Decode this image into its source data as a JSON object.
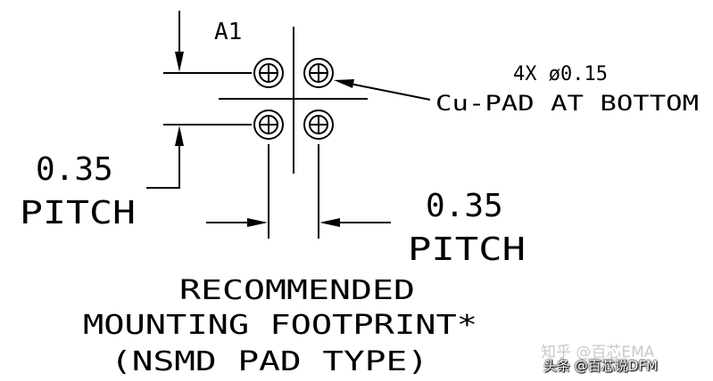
{
  "diagram": {
    "pin_label": "A1",
    "pad_note_line1": "4X ø0.15",
    "pad_note_line2": "Cu-PAD AT BOTTOM",
    "pitch_left_value": "0.35",
    "pitch_left_word": "PITCH",
    "pitch_right_value": "0.35",
    "pitch_right_word": "PITCH",
    "caption_line1": "RECOMMENDED",
    "caption_line2": "MOUNTING FOOTPRINT*",
    "caption_line3": "(NSMD PAD TYPE)",
    "pad_count": 4
  },
  "watermarks": {
    "zhihu": "知乎 @百芯EMA",
    "toutiao": "头条 @百芯说DFM"
  }
}
